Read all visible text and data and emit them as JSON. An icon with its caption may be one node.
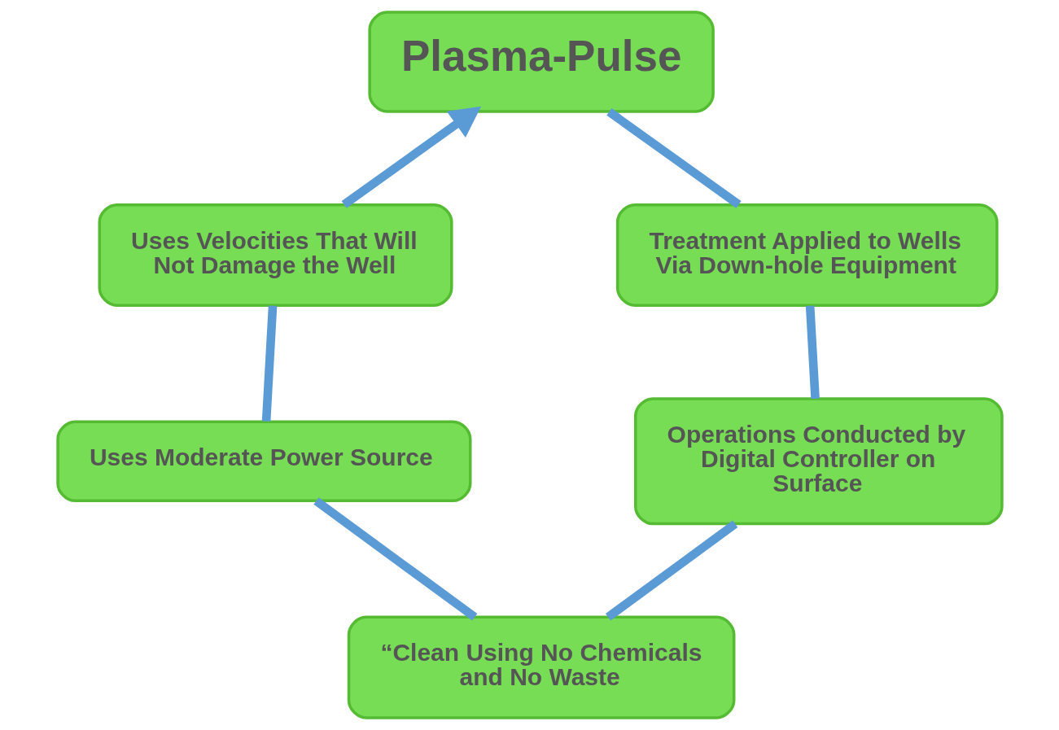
{
  "diagram": {
    "nodes": [
      {
        "text": [
          "Plasma-Pulse"
        ]
      },
      {
        "text": [
          "Treatment Applied to Wells Via Down-hole Equipment"
        ]
      },
      {
        "text": [
          "Operations Conducted by Digital Controller on Surface"
        ]
      },
      {
        "text": [
          "“Clean Using No Chemicals and No Waste"
        ]
      },
      {
        "text": [
          "Uses Moderate Power Source"
        ]
      },
      {
        "text": [
          "Uses Velocities That Will Not Damage the Well"
        ]
      }
    ],
    "edges": [
      {
        "from": 0,
        "to": 1,
        "arrow": "none"
      },
      {
        "from": 1,
        "to": 2,
        "arrow": "none"
      },
      {
        "from": 2,
        "to": 3,
        "arrow": "none"
      },
      {
        "from": 3,
        "to": 4,
        "arrow": "none"
      },
      {
        "from": 4,
        "to": 5,
        "arrow": "none"
      },
      {
        "from": 5,
        "to": 0,
        "arrow": "to"
      }
    ]
  }
}
